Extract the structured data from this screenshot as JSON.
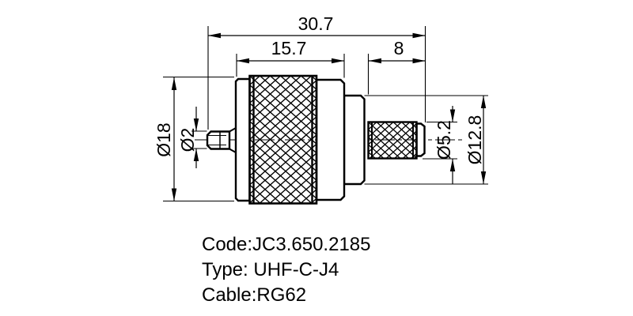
{
  "page": {
    "background": "#ffffff",
    "line_color": "#000000"
  },
  "dimensions": {
    "overall_length": "30.7",
    "body_length": "15.7",
    "ferrule_length": "8",
    "body_diameter": "Ø18",
    "pin_diameter": "Ø2",
    "ferrule_diameter": "Ø5.2",
    "step_diameter": "Ø12.8"
  },
  "part_info": {
    "code": "Code:JC3.650.2185",
    "type": "Type: UHF-C-J4",
    "cable": "Cable:RG62"
  }
}
